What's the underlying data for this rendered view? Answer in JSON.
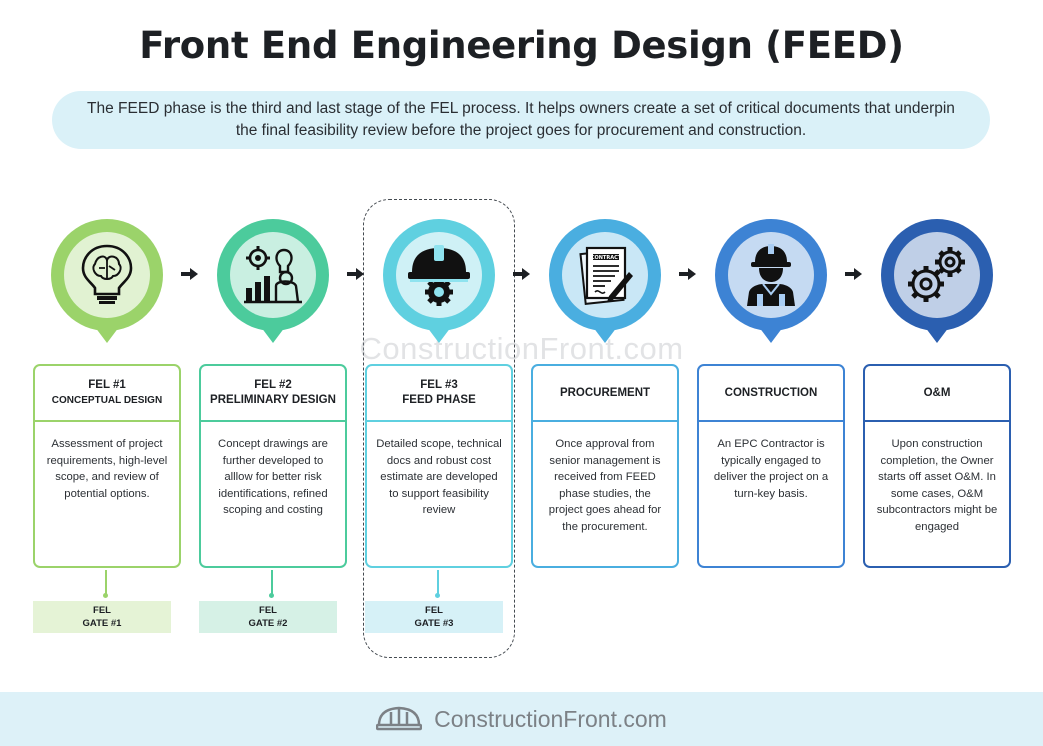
{
  "title": "Front End Engineering Design (FEED)",
  "intro": "The FEED phase is the third and last stage of the FEL process. It helps owners create a set of critical documents that underpin the final feasibility review before the project goes for procurement and construction.",
  "watermark": "ConstructionFront.com",
  "footer": {
    "brand": "ConstructionFront.com",
    "logo_icon": "hardhat-logo-icon"
  },
  "stages": [
    {
      "id": "fel1",
      "heading_1": "FEL #1",
      "heading_2": "CONCEPTUAL DESIGN",
      "icon": "brain-lightbulb-icon",
      "color": "#9bd36a",
      "body": "Assessment of project requirements, high-level scope, and review of potential options.",
      "gate": {
        "line1": "FEL",
        "line2": "GATE #1",
        "color": "#e5f3d6"
      }
    },
    {
      "id": "fel2",
      "heading_1": "FEL #2",
      "heading_2": "PRELIMINARY DESIGN",
      "icon": "gear-chart-idea-icon",
      "color": "#4ccb9c",
      "body": "Concept drawings are further developed to alllow for better risk identifications, refined scoping and costing",
      "gate": {
        "line1": "FEL",
        "line2": "GATE #2",
        "color": "#d6f1e6"
      }
    },
    {
      "id": "fel3",
      "heading_1": "FEL #3",
      "heading_2": "FEED PHASE",
      "icon": "hardhat-gear-icon",
      "color": "#5fd0e0",
      "body": "Detailed scope, technical docs and robust cost estimate are developed to support feasibility review",
      "gate": {
        "line1": "FEL",
        "line2": "GATE #3",
        "color": "#d6f1f7"
      }
    },
    {
      "id": "procurement",
      "heading_1": "PROCUREMENT",
      "heading_2": "",
      "icon": "contract-document-icon",
      "color": "#4aaee0",
      "body": "Once approval from senior management is received from FEED phase studies, the project goes ahead for the procurement."
    },
    {
      "id": "construction",
      "heading_1": "CONSTRUCTION",
      "heading_2": "",
      "icon": "construction-worker-icon",
      "color": "#3d83d4",
      "body": "An EPC Contractor is typically engaged to deliver the project on a turn-key basis."
    },
    {
      "id": "om",
      "heading_1": "O&M",
      "heading_2": "",
      "icon": "gears-icon",
      "color": "#2b5fb0",
      "body": "Upon construction completion, the Owner starts off asset O&M. In some cases, O&M subcontractors might be engaged"
    }
  ],
  "connector_icon": "arrow-right-icon"
}
